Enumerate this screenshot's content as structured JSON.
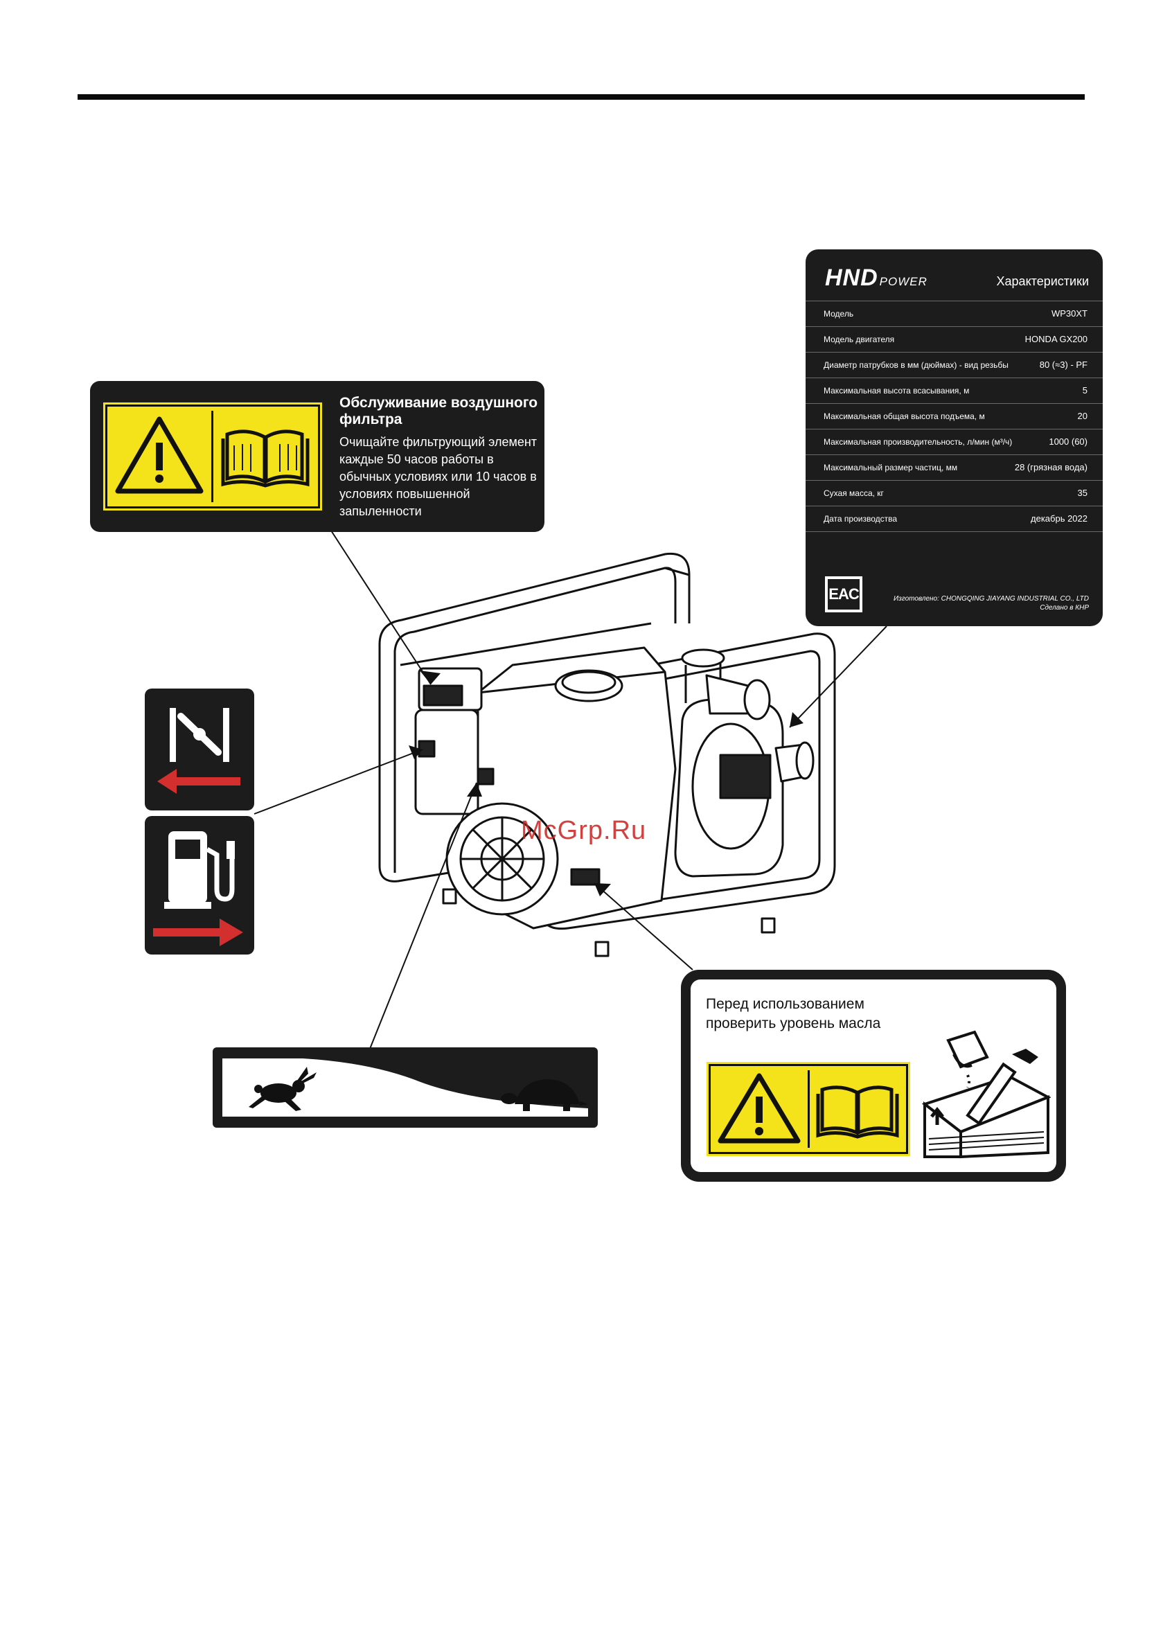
{
  "spec_plate": {
    "brand": "HND",
    "brand_suffix": "POWER",
    "title": "Характеристики",
    "rows": [
      {
        "label": "Модель",
        "value": "WP30XT"
      },
      {
        "label": "Модель двигателя",
        "value": "HONDA GX200"
      },
      {
        "label": "Диаметр патрубков в мм (дюймах) - вид резьбы",
        "value": "80 (≈3) - PF"
      },
      {
        "label": "Максимальная высота всасывания, м",
        "value": "5"
      },
      {
        "label": "Максимальная общая высота подъема, м",
        "value": "20"
      },
      {
        "label": "Максимальная производительность, л/мин (м³/ч)",
        "value": "1000 (60)"
      },
      {
        "label": "Максимальный размер частиц, мм",
        "value": "28 (грязная вода)"
      },
      {
        "label": "Сухая масса, кг",
        "value": "35"
      },
      {
        "label": "Дата производства",
        "value": "декабрь 2022"
      }
    ],
    "cert_mark": "EAC",
    "maker_line1": "Изготовлено: CHONGQING JIAYANG INDUSTRIAL CO., LTD",
    "maker_line2": "Сделано в КНР"
  },
  "air_filter_label": {
    "title": "Обслуживание воздушного фильтра",
    "body": "Очищайте фильтрующий элемент каждые 50 часов работы в обычных условиях или 10 часов в условиях повышенной запыленности",
    "icons": [
      "warning-icon",
      "manual-book-icon"
    ]
  },
  "choke_label": {
    "icons": [
      "choke-icon",
      "arrow-left-icon"
    ]
  },
  "fuel_label": {
    "icons": [
      "fuel-pump-icon",
      "arrow-right-icon"
    ]
  },
  "throttle_label": {
    "icons": [
      "rabbit-icon",
      "turtle-icon"
    ]
  },
  "oil_label": {
    "title": "Перед использованием проверить уровень масла",
    "icons": [
      "warning-icon",
      "manual-book-icon",
      "oil-can-icon",
      "dipstick-icon"
    ]
  },
  "watermark": "McGrp.Ru",
  "colors": {
    "label_bg": "#1c1c1c",
    "warning_yellow": "#f4e21a",
    "arrow_red": "#d32f2f"
  }
}
